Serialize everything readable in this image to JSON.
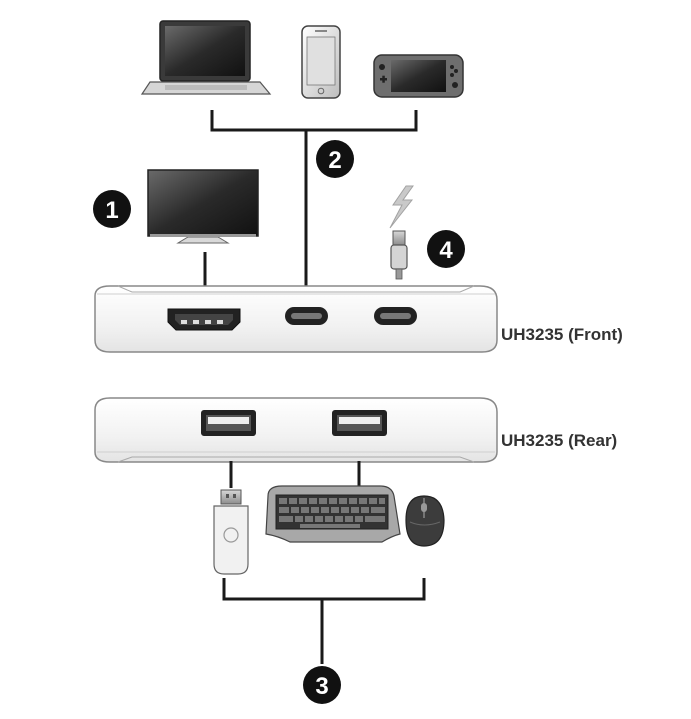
{
  "labels": {
    "front": "UH3235 (Front)",
    "rear": "UH3235 (Rear)"
  },
  "callouts": {
    "display": "1",
    "hosts": "2",
    "peripherals": "3",
    "power": "4"
  },
  "devices": {
    "hosts": [
      "laptop-icon",
      "smartphone-icon",
      "handheld-console-icon"
    ],
    "display": "monitor-icon",
    "power": "lightning-icon",
    "peripherals": [
      "usb-flash-drive-icon",
      "keyboard-icon",
      "mouse-icon"
    ]
  },
  "ports": {
    "front": [
      "hdmi-port",
      "usb-c-port-host",
      "usb-c-port-power"
    ],
    "rear": [
      "usb-a-port-1",
      "usb-a-port-2"
    ]
  },
  "colors": {
    "line": "#1a1a1a",
    "badge": "#111111",
    "device_body": "#f3f3f3",
    "device_edge": "#9a9a9a",
    "power_bolt": "#b9b9b9"
  }
}
